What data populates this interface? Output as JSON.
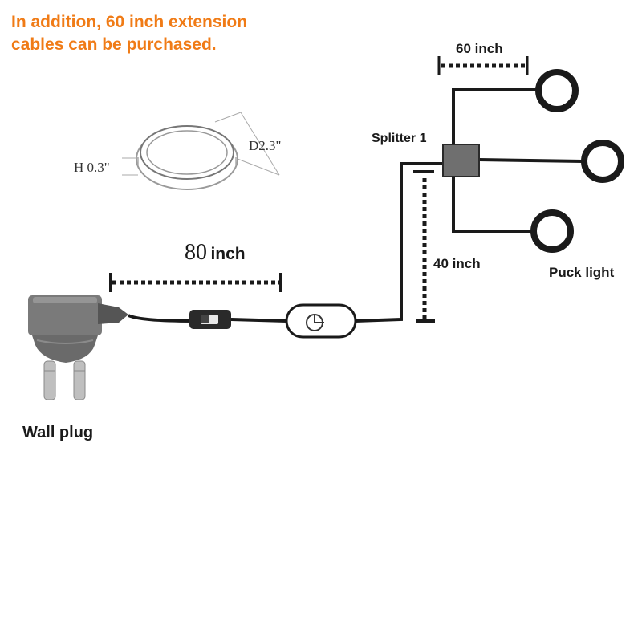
{
  "note": {
    "line1": "In addition, 60 inch extension",
    "line2": "cables can be purchased."
  },
  "dimensions": {
    "height": "H 0.3\"",
    "diameter": "D2.3\""
  },
  "cable_lengths": {
    "main_number": "80",
    "main_unit": "inch",
    "riser": "40 inch",
    "extension": "60 inch"
  },
  "labels": {
    "splitter": "Splitter 1",
    "puck_light": "Puck light",
    "wall_plug": "Wall plug"
  },
  "colors": {
    "note": "#f07b16",
    "cable": "#1a1a1a",
    "device": "#6f6f6f"
  },
  "icons": {
    "switch": "rocker-switch-icon",
    "dimmer": "touch-dimmer-icon",
    "splitter": "splitter-box-icon",
    "puck": "puck-light-icon",
    "plug": "wall-plug-adapter-icon"
  }
}
